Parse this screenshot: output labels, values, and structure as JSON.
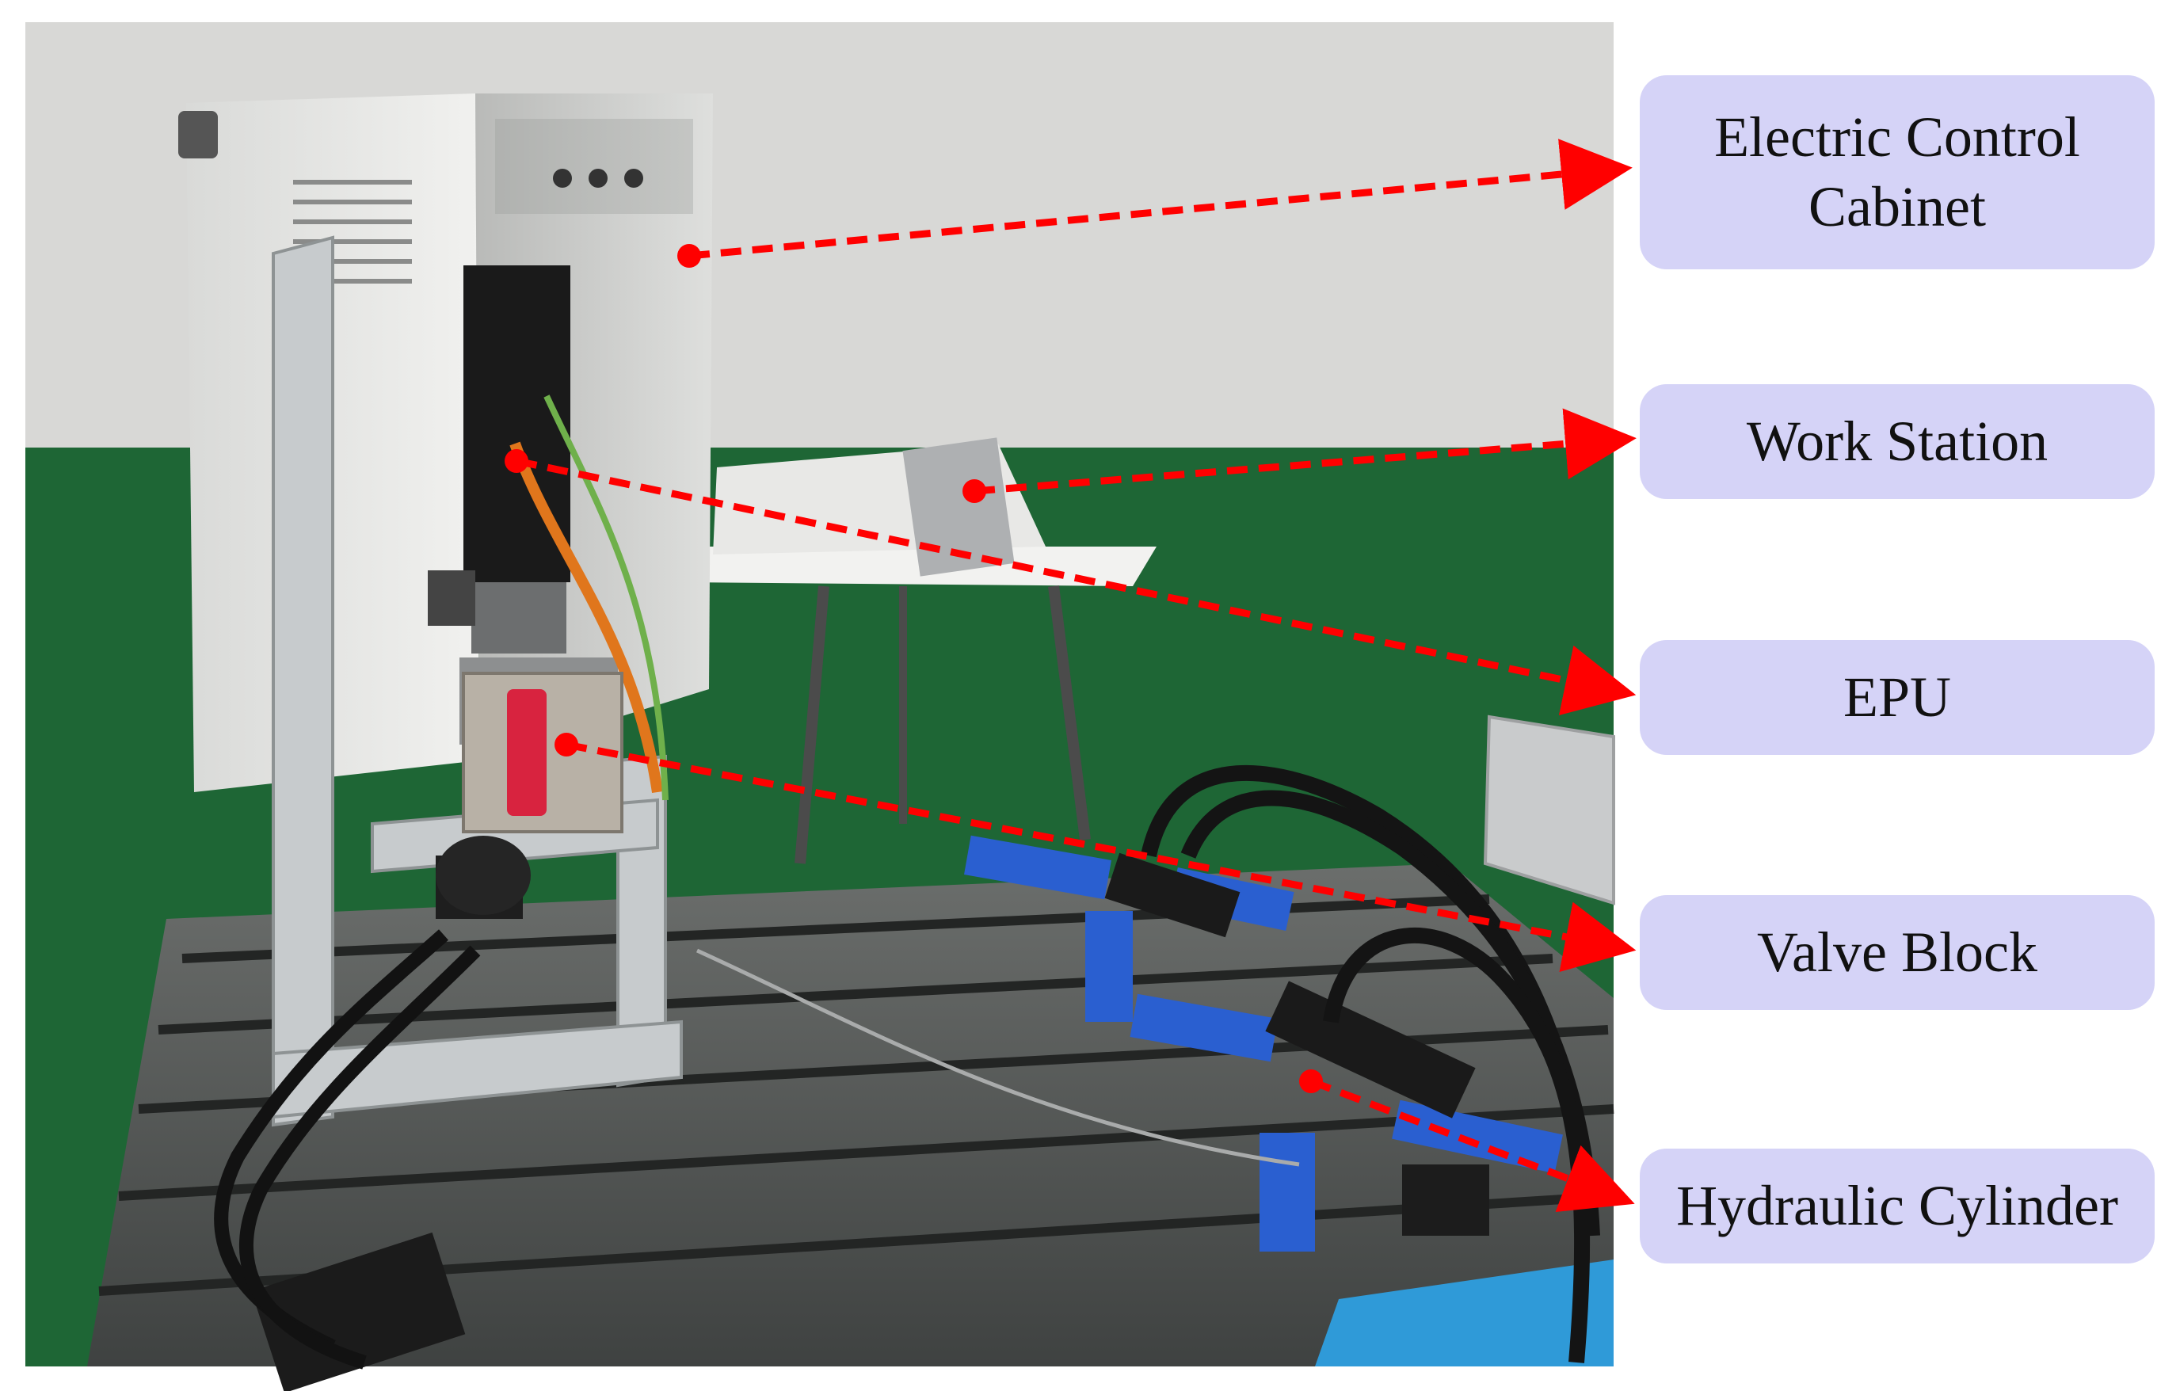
{
  "figure": {
    "labels": [
      {
        "id": "electric-control-cabinet",
        "lines": [
          "Electric Control",
          "Cabinet"
        ]
      },
      {
        "id": "work-station",
        "lines": [
          "Work Station"
        ]
      },
      {
        "id": "epu",
        "lines": [
          "EPU"
        ]
      },
      {
        "id": "valve-block",
        "lines": [
          "Valve Block"
        ]
      },
      {
        "id": "hydraulic-cylinder",
        "lines": [
          "Hydraulic Cylinder"
        ]
      }
    ],
    "colors": {
      "callout_fill": "#d5d3f7",
      "leader_line": "#ff0000",
      "wall": "#d8d8d6",
      "floor": "#1e6635",
      "bench": "#5a5d5c",
      "bench_base": "#2f9ad8",
      "cabinet": "#e6e6e4",
      "clamp": "#2a5fd0"
    }
  }
}
